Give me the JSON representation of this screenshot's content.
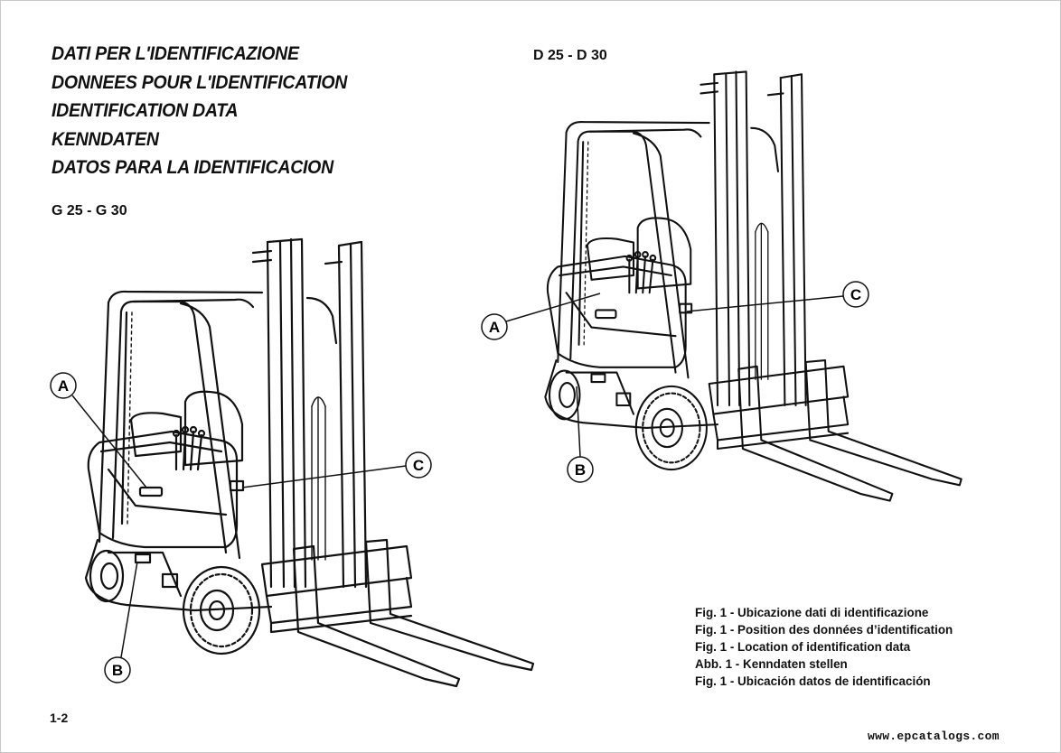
{
  "headings": [
    "DATI  PER L'IDENTIFICAZIONE",
    "DONNEES POUR L'IDENTIFICATION",
    "IDENTIFICATION DATA",
    "KENNDATEN",
    "DATOS PARA LA IDENTIFICACION"
  ],
  "models": {
    "left": "G 25 - G 30",
    "right": "D 25 - D 30"
  },
  "callouts": {
    "a": "A",
    "b": "B",
    "c": "C"
  },
  "captions": [
    "Fig. 1 - Ubicazione dati di identificazione",
    "Fig. 1 - Position des données d’identification",
    "Fig. 1 - Location of identification data",
    "Abb. 1 - Kenndaten stellen",
    "Fig. 1 - Ubicación datos de identificación"
  ],
  "page_number": "1-2",
  "watermark": "www.epcatalogs.com"
}
